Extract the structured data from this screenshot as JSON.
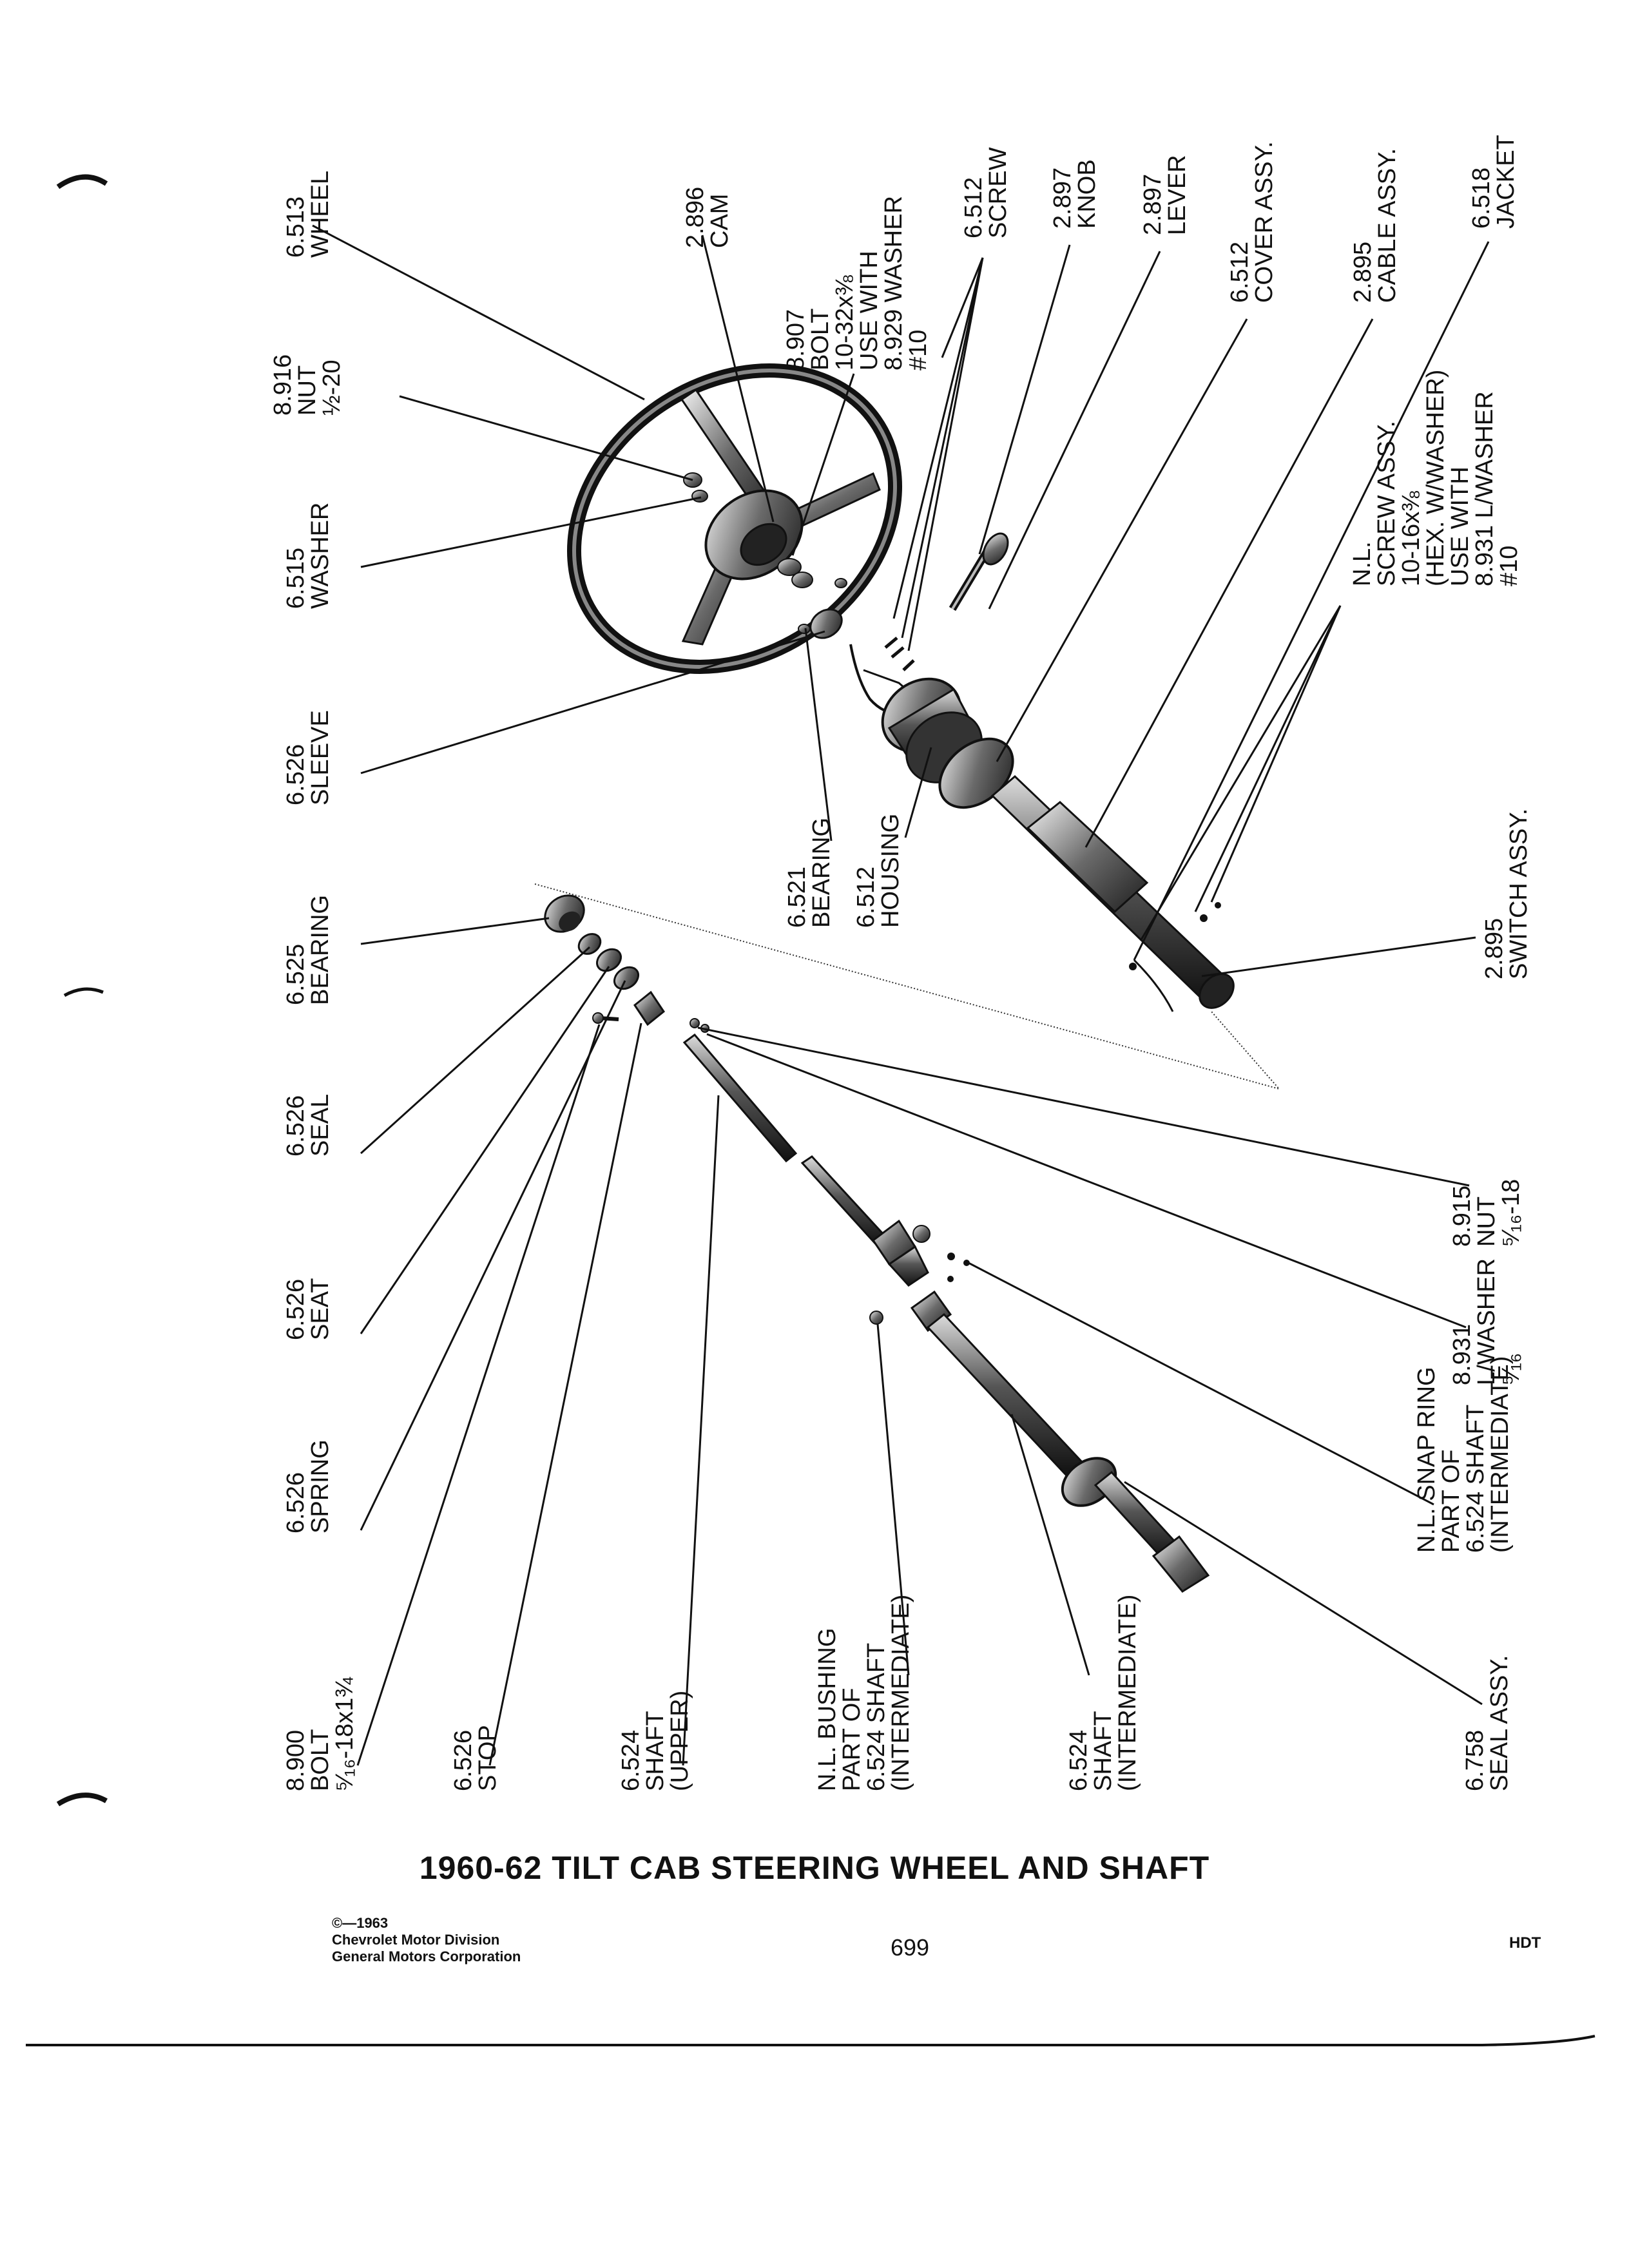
{
  "title": "1960-62 TILT CAB STEERING WHEEL AND SHAFT",
  "footer": {
    "copyright": "©—1963",
    "division": "Chevrolet Motor Division",
    "corporation": "General Motors Corporation",
    "page_number": "699",
    "section_code": "HDT"
  },
  "labels": {
    "wheel": [
      "6.513",
      "WHEEL"
    ],
    "cam": [
      "2.896",
      "CAM"
    ],
    "bolt_top": [
      "8.907",
      "BOLT",
      "10-32x⅜",
      "USE WITH",
      "8.929 WASHER",
      "#10"
    ],
    "screw": [
      "6.512",
      "SCREW"
    ],
    "knob": [
      "2.897",
      "KNOB"
    ],
    "lever": [
      "2.897",
      "LEVER"
    ],
    "cover_assy": [
      "6.512",
      "COVER ASSY."
    ],
    "cable_assy": [
      "2.895",
      "CABLE ASSY."
    ],
    "jacket": [
      "6.518",
      "JACKET"
    ],
    "nut_top": [
      "8.916",
      "NUT",
      "½-20"
    ],
    "washer": [
      "6.515",
      "WASHER"
    ],
    "screw_assy": [
      "N.L.",
      "SCREW ASSY.",
      "10-16x⅜",
      "(HEX. W/WASHER)",
      "USE WITH",
      "8.931 L/WASHER",
      "#10"
    ],
    "sleeve": [
      "6.526",
      "SLEEVE"
    ],
    "bearing_top": [
      "6.521",
      "BEARING"
    ],
    "housing": [
      "6.512",
      "HOUSING"
    ],
    "switch_assy": [
      "2.895",
      "SWITCH ASSY."
    ],
    "bearing_lower": [
      "6.525",
      "BEARING"
    ],
    "seal": [
      "6.526",
      "SEAL"
    ],
    "seat": [
      "6.526",
      "SEAT"
    ],
    "spring": [
      "6.526",
      "SPRING"
    ],
    "nut_lower": [
      "8.915",
      "NUT",
      "⁵⁄₁₆-18"
    ],
    "lwasher": [
      "8.931",
      "L/WASHER",
      "⁵⁄₁₆"
    ],
    "snap_ring": [
      "N.L. SNAP RING",
      "PART OF",
      "6.524 SHAFT",
      "(INTERMEDIATE)"
    ],
    "bolt_lower": [
      "8.900",
      "BOLT",
      "⁵⁄₁₆-18x1¾"
    ],
    "stop": [
      "6.526",
      "STOP"
    ],
    "shaft_upper": [
      "6.524",
      "SHAFT",
      "(UPPER)"
    ],
    "bushing": [
      "N.L. BUSHING",
      "PART OF",
      "6.524 SHAFT",
      "(INTERMEDIATE)"
    ],
    "shaft_intermediate": [
      "6.524",
      "SHAFT",
      "(INTERMEDIATE)"
    ],
    "seal_assy": [
      "6.758",
      "SEAL ASSY."
    ]
  }
}
